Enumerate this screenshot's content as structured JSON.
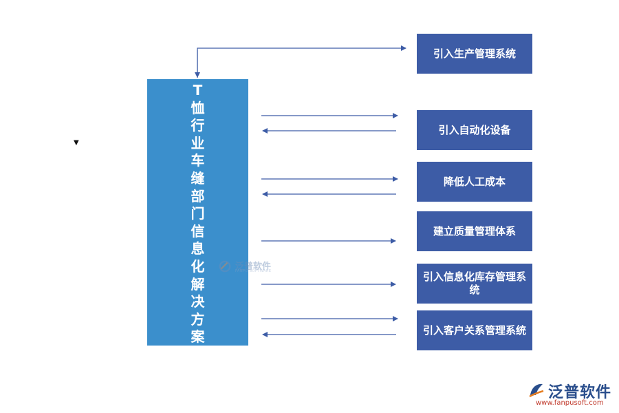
{
  "diagram": {
    "main_title_chars": [
      "T",
      "恤",
      "行",
      "业",
      "车",
      "缝",
      "部",
      "门",
      "信",
      "息",
      "化",
      "解",
      "决",
      "方",
      "案"
    ],
    "solutions": [
      "引入生产管理系统",
      "引入自动化设备",
      "降低人工成本",
      "建立质量管理体系",
      "引入信息化库存管理系统",
      "引入客户关系管理系统"
    ],
    "marker_symbol": "▼"
  },
  "watermark": {
    "name": "泛普软件",
    "sub": "FANPU SOFTWARE"
  },
  "logo": {
    "name": "泛普软件",
    "url": "www.fanpusoft.com",
    "icon": "fanpu-logo-icon"
  },
  "colors": {
    "main_box": "#3b8fcc",
    "solution_box": "#3d5ca6",
    "arrow": "#3d5ca6"
  }
}
